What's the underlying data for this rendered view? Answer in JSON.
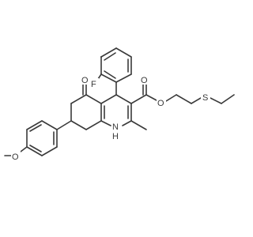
{
  "molecule": {
    "atom_labels": {
      "fluorine": "F",
      "ketone_oxygen": "O",
      "ester_carbonyl_oxygen": "O",
      "ester_ether_oxygen": "O",
      "sulfur": "S",
      "nitrogen": "N",
      "nitrogen_hydrogen": "H",
      "methoxy_oxygen": "O"
    },
    "colors": {
      "bond": "#3a3a3a",
      "label": "#3a3a3a",
      "background": "#ffffff"
    }
  }
}
